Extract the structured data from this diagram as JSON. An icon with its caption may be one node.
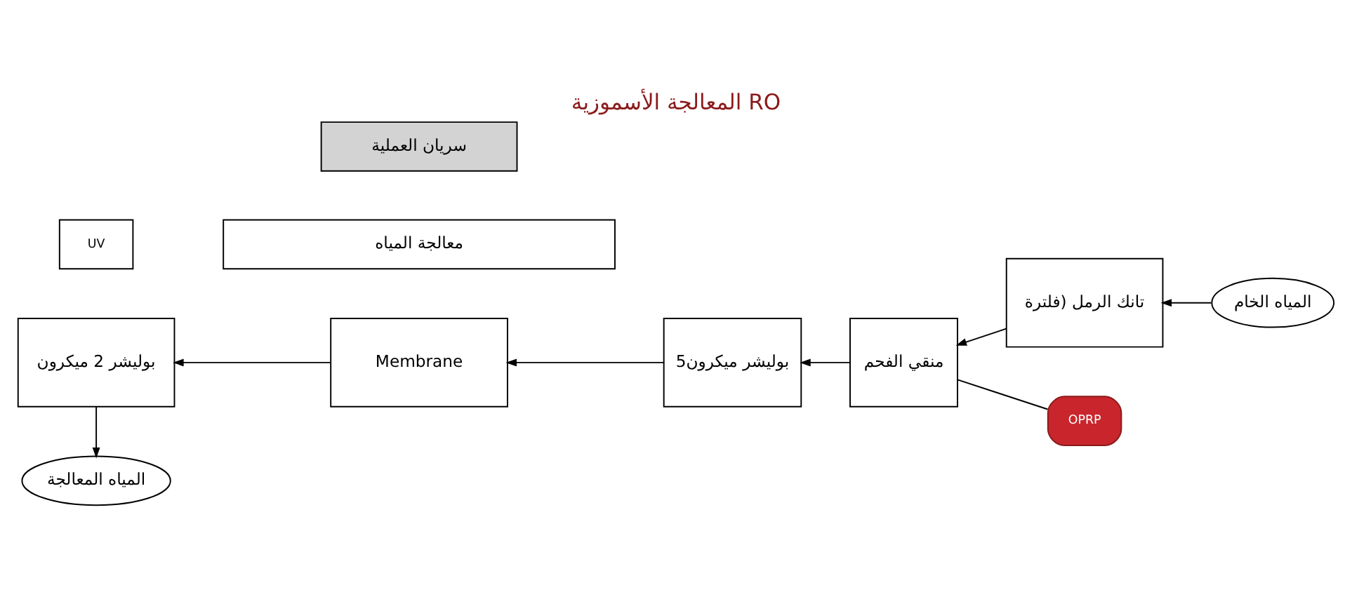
{
  "diagram": {
    "title": "المعالجة الأسموزية RO",
    "nodes": [
      {
        "text": [
          "المياه الخام"
        ]
      },
      {
        "text": [
          "تانك الرمل (فلترة"
        ]
      },
      {
        "text": [
          "منقي الفحم"
        ]
      },
      {
        "text": [
          "5بوليشر ميكرون"
        ]
      },
      {
        "text": [
          "Membrane"
        ]
      },
      {
        "text": [
          "UV"
        ]
      },
      {
        "text": [
          "بوليشر 2 ميكرون"
        ]
      },
      {
        "text": [
          "المياه المعالجة"
        ]
      },
      {
        "text": [
          "OPRP"
        ]
      }
    ],
    "edges": [
      {
        "from": 0,
        "to": 1,
        "arrow": "to"
      },
      {
        "from": 1,
        "to": 2,
        "arrow": "to"
      },
      {
        "from": 2,
        "to": 3,
        "arrow": "to"
      },
      {
        "from": 3,
        "to": 4,
        "arrow": "to"
      },
      {
        "from": 4,
        "to": 6,
        "arrow": "to"
      },
      {
        "from": 6,
        "to": 7,
        "arrow": "to"
      },
      {
        "from": 8,
        "to": 2,
        "arrow": "none"
      }
    ],
    "labels": [
      "معالجة المياه",
      "سريان العملية"
    ]
  }
}
